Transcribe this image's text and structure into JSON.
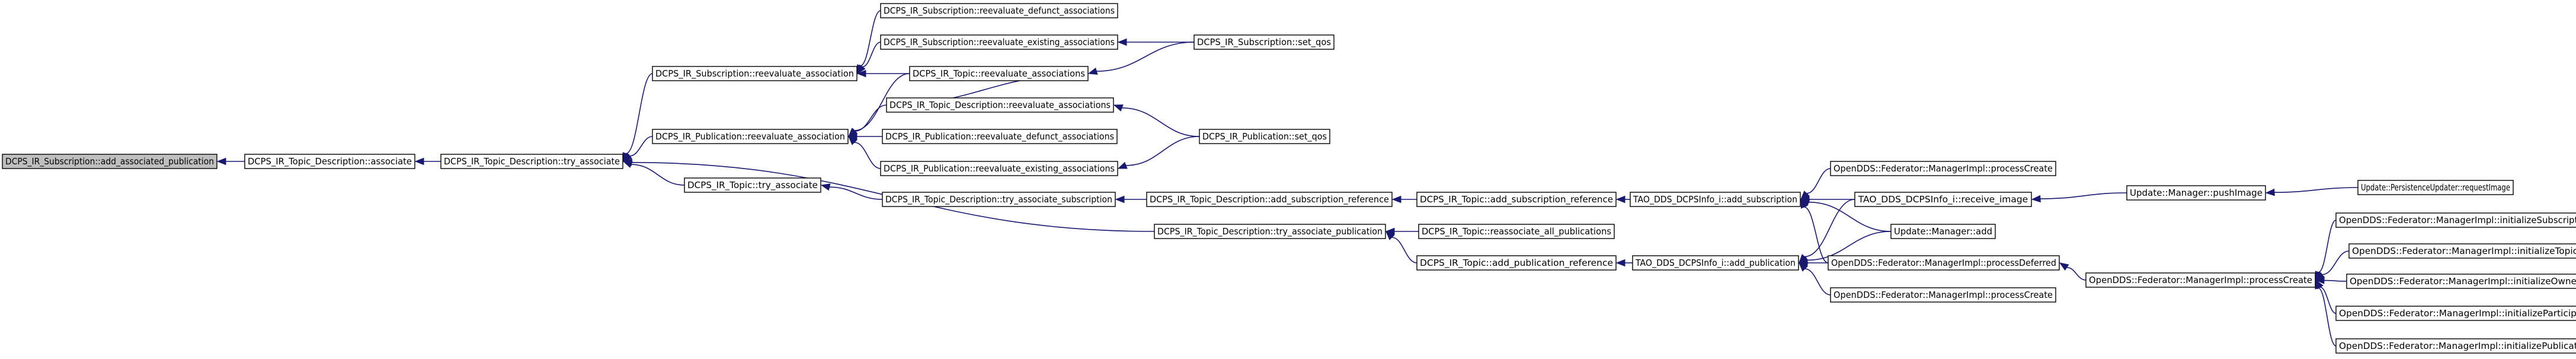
{
  "nodes": [
    {
      "id": "n0",
      "label": "DCPS_IR_Subscription::add_associated_publication",
      "root": true
    },
    {
      "id": "n1",
      "label": "DCPS_IR_Topic_Description::associate"
    },
    {
      "id": "n2",
      "label": "DCPS_IR_Topic_Description::try_associate"
    },
    {
      "id": "n3",
      "label": "DCPS_IR_Subscription::reevaluate_association"
    },
    {
      "id": "n4",
      "label": "DCPS_IR_Publication::reevaluate_association"
    },
    {
      "id": "n5",
      "label": "DCPS_IR_Topic::try_associate"
    },
    {
      "id": "n6",
      "label": "DCPS_IR_Subscription::reevaluate_defunct_associations"
    },
    {
      "id": "n7",
      "label": "DCPS_IR_Subscription::reevaluate_existing_associations"
    },
    {
      "id": "n8",
      "label": "DCPS_IR_Topic::reevaluate_associations"
    },
    {
      "id": "n9",
      "label": "DCPS_IR_Topic_Description::reevaluate_associations"
    },
    {
      "id": "n10",
      "label": "DCPS_IR_Publication::reevaluate_defunct_associations"
    },
    {
      "id": "n11",
      "label": "DCPS_IR_Publication::reevaluate_existing_associations"
    },
    {
      "id": "n12",
      "label": "DCPS_IR_Subscription::set_qos"
    },
    {
      "id": "n13",
      "label": "DCPS_IR_Publication::set_qos"
    },
    {
      "id": "n14",
      "label": "DCPS_IR_Topic_Description::try_associate_subscription"
    },
    {
      "id": "n15",
      "label": "DCPS_IR_Topic_Description::try_associate_publication"
    },
    {
      "id": "n16",
      "label": "DCPS_IR_Topic_Description::add_subscription_reference"
    },
    {
      "id": "n17",
      "label": "DCPS_IR_Topic::add_subscription_reference"
    },
    {
      "id": "n18",
      "label": "DCPS_IR_Topic::reassociate_all_publications"
    },
    {
      "id": "n19",
      "label": "DCPS_IR_Topic::add_publication_reference"
    },
    {
      "id": "n20",
      "label": "TAO_DDS_DCPSInfo_i::add_subscription"
    },
    {
      "id": "n21",
      "label": "TAO_DDS_DCPSInfo_i::add_publication"
    },
    {
      "id": "n22",
      "label": "OpenDDS::Federator::ManagerImpl::processCreate"
    },
    {
      "id": "n23",
      "label": "TAO_DDS_DCPSInfo_i::receive_image"
    },
    {
      "id": "n24",
      "label": "Update::Manager::add"
    },
    {
      "id": "n25",
      "label": "OpenDDS::Federator::ManagerImpl::processDeferred"
    },
    {
      "id": "n26",
      "label": "OpenDDS::Federator::ManagerImpl::processCreate"
    },
    {
      "id": "n27",
      "label": "Update::Manager::pushImage"
    },
    {
      "id": "n28",
      "label": "Update::PersistenceUpdater::requestImage"
    },
    {
      "id": "n29",
      "label": "OpenDDS::Federator::ManagerImpl::processCreate"
    },
    {
      "id": "n30",
      "label": "OpenDDS::Federator::ManagerImpl::initializeSubscription"
    },
    {
      "id": "n31",
      "label": "OpenDDS::Federator::ManagerImpl::initializeTopic"
    },
    {
      "id": "n32",
      "label": "OpenDDS::Federator::ManagerImpl::initializeOwner"
    },
    {
      "id": "n33",
      "label": "OpenDDS::Federator::ManagerImpl::initializeParticipant"
    },
    {
      "id": "n34",
      "label": "OpenDDS::Federator::ManagerImpl::initializePublication"
    }
  ],
  "edges": [
    {
      "from": "n0",
      "to": "n1"
    },
    {
      "from": "n1",
      "to": "n2"
    },
    {
      "from": "n2",
      "to": "n3"
    },
    {
      "from": "n2",
      "to": "n4"
    },
    {
      "from": "n2",
      "to": "n5"
    },
    {
      "from": "n2",
      "to": "n15"
    },
    {
      "from": "n3",
      "to": "n6"
    },
    {
      "from": "n3",
      "to": "n7"
    },
    {
      "from": "n3",
      "to": "n8"
    },
    {
      "from": "n4",
      "to": "n8"
    },
    {
      "from": "n4",
      "to": "n9"
    },
    {
      "from": "n4",
      "to": "n10"
    },
    {
      "from": "n4",
      "to": "n11"
    },
    {
      "from": "n5",
      "to": "n14"
    },
    {
      "from": "n7",
      "to": "n12"
    },
    {
      "from": "n8",
      "to": "n9"
    },
    {
      "from": "n8",
      "to": "n12"
    },
    {
      "from": "n9",
      "to": "n13"
    },
    {
      "from": "n11",
      "to": "n13"
    },
    {
      "from": "n14",
      "to": "n16"
    },
    {
      "from": "n16",
      "to": "n17"
    },
    {
      "from": "n17",
      "to": "n20"
    },
    {
      "from": "n15",
      "to": "n18"
    },
    {
      "from": "n15",
      "to": "n19"
    },
    {
      "from": "n19",
      "to": "n21"
    },
    {
      "from": "n20",
      "to": "n22"
    },
    {
      "from": "n20",
      "to": "n23"
    },
    {
      "from": "n20",
      "to": "n24"
    },
    {
      "from": "n20",
      "to": "n25"
    },
    {
      "from": "n21",
      "to": "n23"
    },
    {
      "from": "n21",
      "to": "n24"
    },
    {
      "from": "n21",
      "to": "n25"
    },
    {
      "from": "n21",
      "to": "n26"
    },
    {
      "from": "n23",
      "to": "n27"
    },
    {
      "from": "n27",
      "to": "n28"
    },
    {
      "from": "n25",
      "to": "n29"
    },
    {
      "from": "n29",
      "to": "n30"
    },
    {
      "from": "n29",
      "to": "n31"
    },
    {
      "from": "n29",
      "to": "n32"
    },
    {
      "from": "n29",
      "to": "n33"
    },
    {
      "from": "n29",
      "to": "n34"
    }
  ],
  "colors": {
    "edge": "#191970",
    "node_border": "#000000",
    "node_fill": "#ffffff",
    "root_fill": "#bfbfbf"
  }
}
